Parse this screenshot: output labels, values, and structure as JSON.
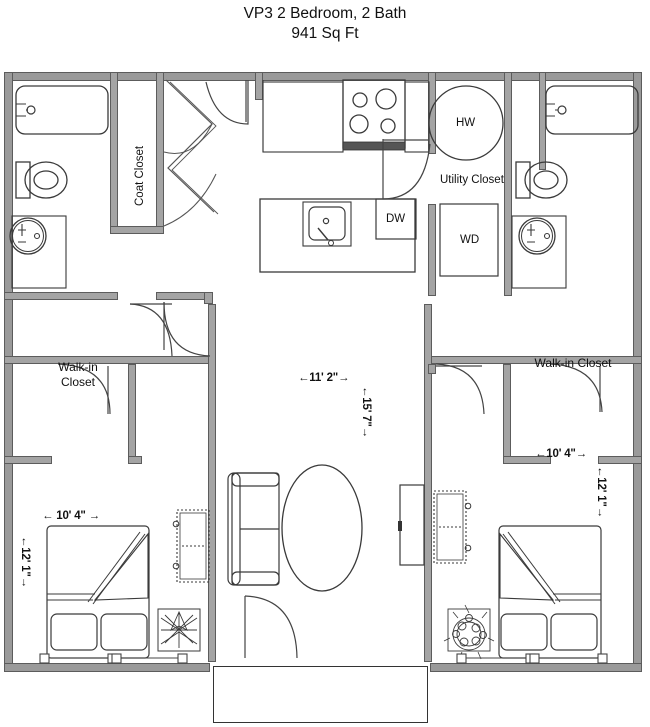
{
  "title": {
    "line1": "VP3 2 Bedroom, 2 Bath",
    "line2": "941 Sq Ft"
  },
  "plan": {
    "name": "floor-plan",
    "unit_type": "VP3",
    "bedrooms": 2,
    "bathrooms": 2,
    "square_feet": "941 Sq Ft"
  },
  "labels": {
    "coat_closet": "Coat Closet",
    "utility_closet": "Utility Closet",
    "hot_water_heater": "HW",
    "washer_dryer": "WD",
    "dishwasher": "DW",
    "walk_in_closet_left_line1": "Walk-in",
    "walk_in_closet_left_line2": "Closet",
    "walk_in_closet_right": "Walk-in Closet"
  },
  "dimensions": {
    "living_width": "←11' 2\"→",
    "living_depth": "←15' 7\"→",
    "bedroom_left_width": "← 10' 4\" →",
    "bedroom_left_depth": "←12' 1\"→",
    "bedroom_right_width": "←10' 4\"→",
    "bedroom_right_depth": "←12' 1\"→"
  },
  "colors": {
    "wall_fill": "#9a9a9a",
    "wall_stroke": "#5c5c5c",
    "line": "#3a3a3a",
    "background": "#ffffff",
    "text": "#111111"
  },
  "fixtures": {
    "bathtub": "bathtub",
    "toilet": "toilet",
    "sink": "sink",
    "kitchen_sink": "kitchen-sink",
    "range": "range-cooktop",
    "bed": "bed",
    "sofa": "sofa",
    "coffee_table": "coffee-table",
    "dresser": "dresser",
    "nightstand": "nightstand",
    "plant": "plant",
    "water_heater": "water-heater"
  }
}
